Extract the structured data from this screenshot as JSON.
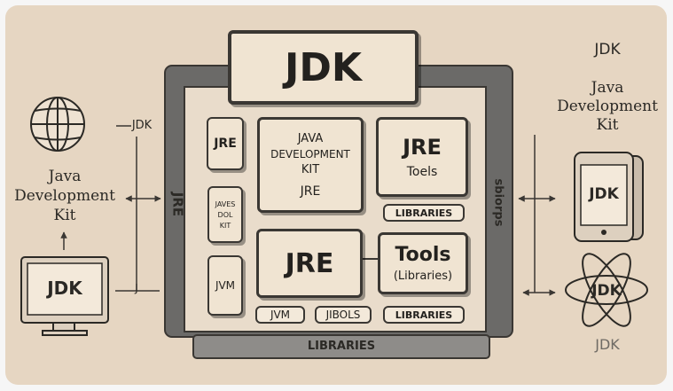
{
  "colors": {
    "background": "#e6d6c2",
    "frame_outer": "#6b6a68",
    "frame_inner": "#e9dccb",
    "box_fill": "#f0e4d2",
    "stroke": "#3a3733",
    "card": "#f6f6f6"
  },
  "header": {
    "title": "JDK"
  },
  "frame": {
    "left_label": "JRE",
    "right_label": "sbiorps",
    "bottom_label": "LIBRARIES"
  },
  "boxes": {
    "jre_small": "JRE",
    "java_dev_kit": {
      "line1": "JAVA",
      "line2": "DEVELOPMENT",
      "line3": "KIT",
      "line4": "JRE"
    },
    "jre_tools": {
      "title": "JRE",
      "sub": "Toels"
    },
    "libraries_top": "LIBRARIES",
    "jave_dol_kit": {
      "line1": "JAVES",
      "line2": "DOL",
      "line3": "KIT"
    },
    "jvm_small": "JVM",
    "jre_big": "JRE",
    "tools_libs": {
      "title": "Tools",
      "sub": "(Libraries)"
    },
    "pill_jvm": "JVM",
    "pill_jibols": "JIBOLS",
    "pill_libraries": "LIBRARIES"
  },
  "left_side": {
    "arrow_label": "JDK",
    "java_dev_kit": [
      "Java",
      "Development",
      "Kit"
    ],
    "monitor_label": "JDK",
    "dash_label": "J"
  },
  "right_side": {
    "top_label": "JDK",
    "java_dev_kit": [
      "Java",
      "Development",
      "Kit"
    ],
    "tablet_label": "JDK",
    "atom_label": "JDK",
    "bottom_label": "JDK"
  },
  "icons": [
    "globe-icon",
    "monitor-icon",
    "tablet-icon",
    "atom-icon"
  ]
}
